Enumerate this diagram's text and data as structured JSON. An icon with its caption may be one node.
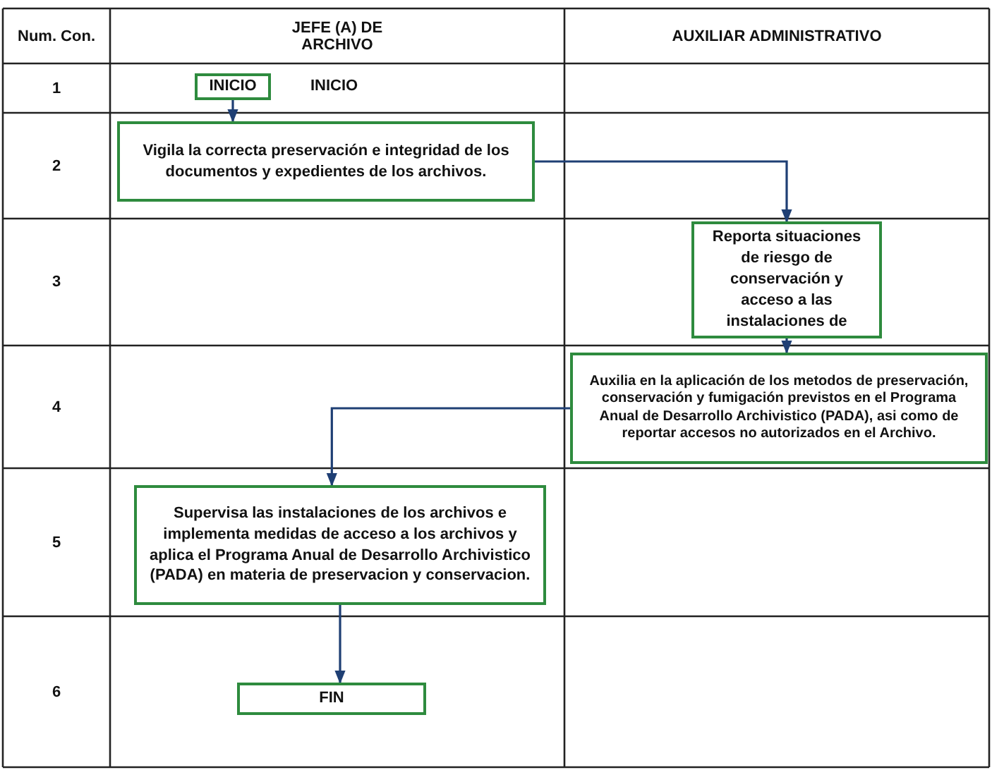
{
  "diagram": {
    "nodes": [
      {
        "text": [
          "INICIO"
        ],
        "beside": [
          "INICIO"
        ]
      },
      {
        "text": [
          "Vigila la correcta preservación e integridad de los documentos y expedientes de los archivos."
        ]
      },
      {
        "text": [
          "Reporta situaciones de riesgo de conservación y acceso a las instalaciones de"
        ]
      },
      {
        "text": [
          "Auxilia en la aplicación de los metodos de preservación, conservación y fumigación previstos en el Programa Anual de Desarrollo Archivistico (PADA), asi como de reportar accesos no autorizados en el Archivo."
        ]
      },
      {
        "text": [
          "Supervisa las instalaciones de los archivos e implementa medidas de acceso a los archivos y aplica el Programa Anual de Desarrollo Archivistico (PADA) en materia de preservacion y conservacion."
        ]
      },
      {
        "text": [
          "FIN"
        ]
      }
    ],
    "edges": [
      {
        "from": 0,
        "to": 1,
        "arrow": "to"
      },
      {
        "from": 1,
        "to": 2,
        "arrow": "to"
      },
      {
        "from": 2,
        "to": 3,
        "arrow": "to"
      },
      {
        "from": 3,
        "to": 4,
        "arrow": "to"
      },
      {
        "from": 4,
        "to": 5,
        "arrow": "to"
      }
    ],
    "labels": [
      "Num. Con.",
      "JEFE (A) DE ARCHIVO",
      "AUXILIAR ADMINISTRATIVO",
      "1",
      "2",
      "3",
      "4",
      "5",
      "6"
    ]
  }
}
